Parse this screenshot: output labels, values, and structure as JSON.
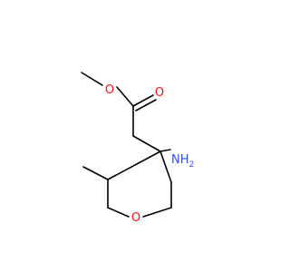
{
  "molecule": {
    "atoms": {
      "ester_o": {
        "symbol": "O",
        "element": "O"
      },
      "carbonyl_o": {
        "symbol": "O",
        "element": "O"
      },
      "amine": {
        "symbol": "NH",
        "subscript": "2",
        "element": "N"
      },
      "ring_o": {
        "symbol": "O",
        "element": "O"
      }
    },
    "colors": {
      "bond": "#000000",
      "oxygen": "#ff0d0d",
      "nitrogen": "#3050f8"
    }
  }
}
